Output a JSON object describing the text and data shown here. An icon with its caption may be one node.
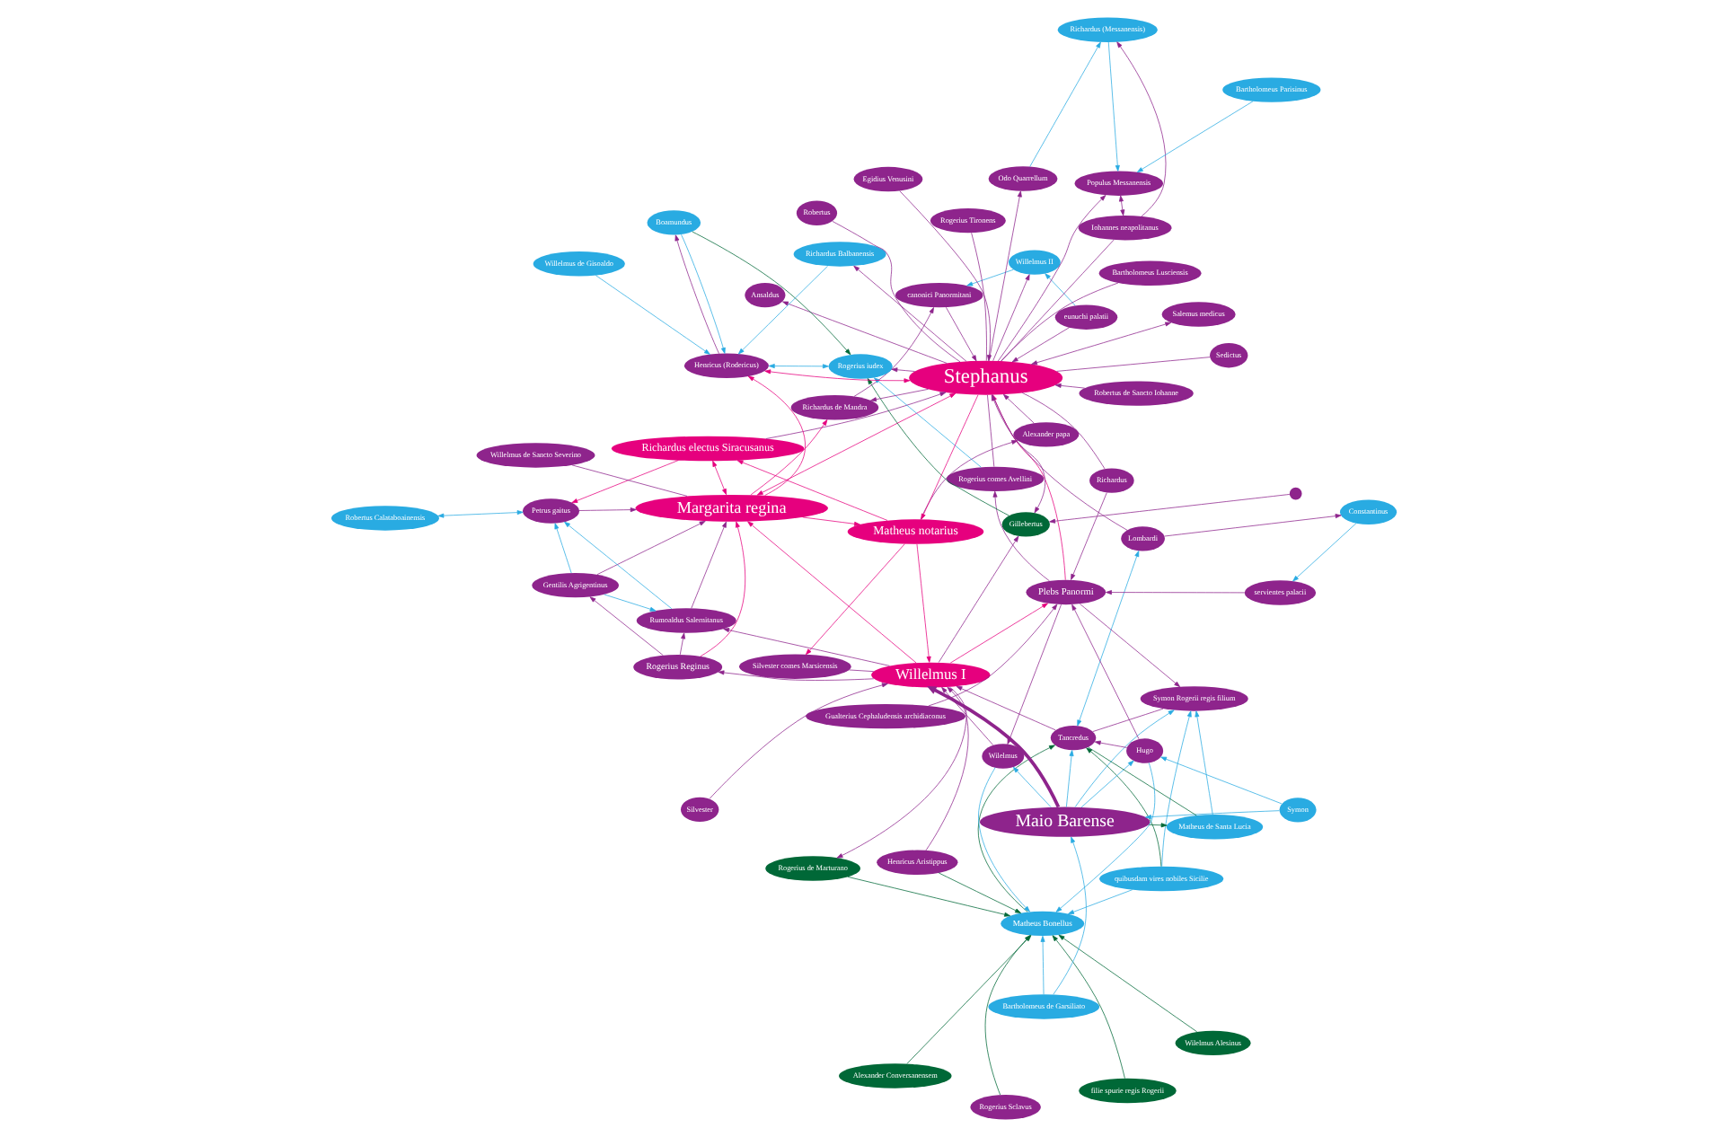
{
  "diagram": {
    "nodes": [
      {
        "text": [
          "Alexander Conversanensem"
        ]
      },
      {
        "text": [
          "Wilelmus Alesinus"
        ]
      },
      {
        "text": [
          "Rogerius de Marturano"
        ]
      },
      {
        "text": [
          "Robertus Calataboainensis"
        ]
      },
      {
        "text": [
          "filie spurie regis Rogerii"
        ]
      },
      {
        "text": [
          "Silvester"
        ]
      },
      {
        "text": [
          "Petrus gaitus"
        ]
      },
      {
        "text": [
          "Rogerius Reginus"
        ]
      },
      {
        "text": [
          "Matheus Bonellus"
        ]
      },
      {
        "text": [
          "quibusdam vires nobiles Sicilie"
        ]
      },
      {
        "text": [
          "Henricus Aristippus"
        ]
      },
      {
        "text": [
          "Gentilis Agrigentinus"
        ]
      },
      {
        "text": [
          "Maio Barense"
        ]
      },
      {
        "text": [
          "Symon"
        ]
      },
      {
        "text": [
          "Willelmus I"
        ]
      },
      {
        "text": [
          "Bartholomeus de Garsiliato"
        ]
      },
      {
        "text": [
          "Rumoaldus Salernitanus"
        ]
      },
      {
        "text": [
          "Richardus electus Siracusanus"
        ]
      },
      {
        "text": [
          "Matheus de Santa Lucia"
        ]
      },
      {
        "text": [
          "Tancredus"
        ]
      },
      {
        "text": [
          "Hugo"
        ]
      },
      {
        "text": [
          "Wilelmus"
        ]
      },
      {
        "text": [
          "Silvester comes Marsicensis"
        ]
      },
      {
        "text": [
          "eunuchi palatii"
        ]
      },
      {
        "text": [
          "Willelmus de Sancto Severino"
        ]
      },
      {
        "text": [
          "Symon Rogerii regis filium"
        ]
      },
      {
        "text": [
          "Margarita regina"
        ]
      },
      {
        "text": [
          "Rogerius Sclavus"
        ]
      },
      {
        "text": [
          "Matheus notarius"
        ]
      },
      {
        "text": [
          "Plebs Panormi"
        ]
      },
      {
        "text": [
          "Willelmus II"
        ]
      },
      {
        "text": [
          "Robertus de Sancto Iohanne"
        ]
      },
      {
        "text": [
          "Gualterius Cephaludensis archidiaconus"
        ]
      },
      {
        "text": [
          "Lombardi"
        ]
      },
      {
        "text": [
          "Iohannes neapolitanus"
        ]
      },
      {
        "text": [],
        "shape": "circle"
      },
      {
        "text": [
          "Richardus de Mandra"
        ]
      },
      {
        "text": [
          "Alexander papa"
        ]
      },
      {
        "text": [
          "Rogerius comes Avellini"
        ]
      },
      {
        "text": [
          "canonici Panormitani"
        ]
      },
      {
        "text": [
          "Constantinus"
        ]
      },
      {
        "text": [
          "Egidius Venusini"
        ]
      },
      {
        "text": [
          "Richardus (Messanensis)"
        ]
      },
      {
        "text": [
          "servientes palacii"
        ]
      },
      {
        "text": [
          "Gillebertus"
        ]
      },
      {
        "text": [
          "Populus Messanensis"
        ]
      },
      {
        "text": [
          "Richardus"
        ]
      },
      {
        "text": [
          "Stephanus"
        ]
      },
      {
        "text": [
          "Sedictus"
        ]
      },
      {
        "text": [
          "Rogerius iudex"
        ]
      },
      {
        "text": [
          "Robertus"
        ]
      },
      {
        "text": [
          "Bartholomeus Parisinus"
        ]
      },
      {
        "text": [
          "Odo Quarrellum"
        ]
      },
      {
        "text": [
          "Rogerius Tironens"
        ]
      },
      {
        "text": [
          "Bartholomeus Lusciensis"
        ]
      },
      {
        "text": [
          "Henricus (Rodericus)"
        ]
      },
      {
        "text": [
          "Ansaldus"
        ]
      },
      {
        "text": [
          "Boamundus"
        ]
      },
      {
        "text": [
          "Salemus medicus"
        ]
      },
      {
        "text": [
          "Willelmus de Gisoaldo"
        ]
      },
      {
        "text": [
          "Richardus Balbanensis"
        ]
      }
    ],
    "edges": [
      {
        "from": 12,
        "to": 14,
        "arrow": "to",
        "style": "thick"
      },
      {
        "from": 0,
        "to": 8,
        "arrow": "to",
        "color": "#006837"
      },
      {
        "from": 1,
        "to": 8,
        "arrow": "to",
        "color": "#006837"
      },
      {
        "from": 2,
        "to": 8,
        "arrow": "to",
        "color": "#006837"
      },
      {
        "from": 4,
        "to": 8,
        "arrow": "to",
        "color": "#006837"
      },
      {
        "from": 10,
        "to": 8,
        "arrow": "to",
        "color": "#006837"
      },
      {
        "from": 27,
        "to": 8,
        "arrow": "to",
        "color": "#006837"
      },
      {
        "from": 9,
        "to": 19,
        "arrow": "to",
        "color": "#006837"
      },
      {
        "from": 12,
        "to": 18,
        "arrow": "to",
        "color": "#006837"
      },
      {
        "from": 18,
        "to": 19,
        "arrow": "none",
        "color": "#006837"
      },
      {
        "from": 8,
        "to": 19,
        "arrow": "to",
        "color": "#006837"
      },
      {
        "from": 44,
        "to": 49,
        "arrow": "to",
        "color": "#006837"
      },
      {
        "from": 57,
        "to": 49,
        "arrow": "to",
        "color": "#006837"
      },
      {
        "from": 13,
        "to": 12,
        "arrow": "to",
        "color": "#29abe2"
      },
      {
        "from": 15,
        "to": 12,
        "arrow": "to",
        "color": "#29abe2"
      },
      {
        "from": 13,
        "to": 20,
        "arrow": "to",
        "color": "#29abe2"
      },
      {
        "from": 9,
        "to": 25,
        "arrow": "to",
        "color": "#29abe2"
      },
      {
        "from": 18,
        "to": 25,
        "arrow": "to",
        "color": "#29abe2"
      },
      {
        "from": 12,
        "to": 25,
        "arrow": "to",
        "color": "#29abe2"
      },
      {
        "from": 12,
        "to": 20,
        "arrow": "to",
        "color": "#29abe2"
      },
      {
        "from": 12,
        "to": 21,
        "arrow": "to",
        "color": "#29abe2"
      },
      {
        "from": 12,
        "to": 19,
        "arrow": "to",
        "color": "#29abe2"
      },
      {
        "from": 20,
        "to": 8,
        "arrow": "to",
        "color": "#29abe2"
      },
      {
        "from": 15,
        "to": 8,
        "arrow": "to",
        "color": "#29abe2"
      },
      {
        "from": 9,
        "to": 8,
        "arrow": "to",
        "color": "#29abe2"
      },
      {
        "from": 21,
        "to": 8,
        "arrow": "to",
        "color": "#29abe2"
      },
      {
        "from": 19,
        "to": 33,
        "arrow": "both",
        "color": "#29abe2"
      },
      {
        "from": 3,
        "to": 6,
        "arrow": "both",
        "color": "#29abe2"
      },
      {
        "from": 11,
        "to": 6,
        "arrow": "to",
        "color": "#29abe2"
      },
      {
        "from": 16,
        "to": 6,
        "arrow": "to",
        "color": "#29abe2"
      },
      {
        "from": 11,
        "to": 16,
        "arrow": "to",
        "color": "#29abe2"
      },
      {
        "from": 23,
        "to": 30,
        "arrow": "to",
        "color": "#29abe2"
      },
      {
        "from": 30,
        "to": 39,
        "arrow": "to",
        "color": "#29abe2"
      },
      {
        "from": 42,
        "to": 45,
        "arrow": "to",
        "color": "#29abe2"
      },
      {
        "from": 52,
        "to": 42,
        "arrow": "to",
        "color": "#29abe2"
      },
      {
        "from": 51,
        "to": 45,
        "arrow": "to",
        "color": "#29abe2"
      },
      {
        "from": 40,
        "to": 43,
        "arrow": "to",
        "color": "#29abe2"
      },
      {
        "from": 38,
        "to": 49,
        "arrow": "to",
        "color": "#29abe2"
      },
      {
        "from": 49,
        "to": 55,
        "arrow": "both",
        "color": "#29abe2"
      },
      {
        "from": 57,
        "to": 55,
        "arrow": "to",
        "color": "#29abe2"
      },
      {
        "from": 59,
        "to": 55,
        "arrow": "to",
        "color": "#29abe2"
      },
      {
        "from": 60,
        "to": 55,
        "arrow": "to",
        "color": "#29abe2"
      },
      {
        "from": 14,
        "to": 29,
        "arrow": "to",
        "color": "#e6007e"
      },
      {
        "from": 14,
        "to": 26,
        "arrow": "to",
        "color": "#e6007e"
      },
      {
        "from": 17,
        "to": 26,
        "arrow": "both",
        "color": "#e6007e"
      },
      {
        "from": 28,
        "to": 17,
        "arrow": "to",
        "color": "#e6007e"
      },
      {
        "from": 28,
        "to": 22,
        "arrow": "to",
        "color": "#e6007e"
      },
      {
        "from": 28,
        "to": 14,
        "arrow": "to",
        "color": "#e6007e"
      },
      {
        "from": 7,
        "to": 26,
        "arrow": "to",
        "color": "#e6007e"
      },
      {
        "from": 17,
        "to": 6,
        "arrow": "to",
        "color": "#e6007e"
      },
      {
        "from": 29,
        "to": 47,
        "arrow": "to",
        "color": "#e6007e"
      },
      {
        "from": 26,
        "to": 47,
        "arrow": "both",
        "color": "#e6007e"
      },
      {
        "from": 26,
        "to": 55,
        "arrow": "to",
        "color": "#e6007e"
      },
      {
        "from": 47,
        "to": 55,
        "arrow": "both",
        "color": "#e6007e"
      },
      {
        "from": 47,
        "to": 28,
        "arrow": "to",
        "color": "#e6007e"
      },
      {
        "from": 26,
        "to": 36,
        "arrow": "to",
        "color": "#e6007e"
      },
      {
        "from": 26,
        "to": 28,
        "arrow": "to",
        "color": "#e6007e"
      },
      {
        "from": 5,
        "to": 14,
        "arrow": "to"
      },
      {
        "from": 10,
        "to": 14,
        "arrow": "to"
      },
      {
        "from": 14,
        "to": 2,
        "arrow": "to"
      },
      {
        "from": 14,
        "to": 7,
        "arrow": "to"
      },
      {
        "from": 14,
        "to": 16,
        "arrow": "to"
      },
      {
        "from": 19,
        "to": 14,
        "arrow": "to"
      },
      {
        "from": 20,
        "to": 19,
        "arrow": "to"
      },
      {
        "from": 29,
        "to": 21,
        "arrow": "to"
      },
      {
        "from": 20,
        "to": 29,
        "arrow": "to"
      },
      {
        "from": 29,
        "to": 25,
        "arrow": "to"
      },
      {
        "from": 32,
        "to": 29,
        "arrow": "to"
      },
      {
        "from": 43,
        "to": 29,
        "arrow": "to"
      },
      {
        "from": 29,
        "to": 38,
        "arrow": "to"
      },
      {
        "from": 46,
        "to": 29,
        "arrow": "to"
      },
      {
        "from": 33,
        "to": 40,
        "arrow": "to"
      },
      {
        "from": 33,
        "to": 47,
        "arrow": "to"
      },
      {
        "from": 35,
        "to": 44,
        "arrow": "to"
      },
      {
        "from": 28,
        "to": 37,
        "arrow": "to"
      },
      {
        "from": 37,
        "to": 47,
        "arrow": "to"
      },
      {
        "from": 14,
        "to": 22,
        "arrow": "none"
      },
      {
        "from": 14,
        "to": 44,
        "arrow": "to"
      },
      {
        "from": 7,
        "to": 16,
        "arrow": "to"
      },
      {
        "from": 7,
        "to": 11,
        "arrow": "to"
      },
      {
        "from": 6,
        "to": 26,
        "arrow": "to"
      },
      {
        "from": 11,
        "to": 26,
        "arrow": "to"
      },
      {
        "from": 16,
        "to": 26,
        "arrow": "to"
      },
      {
        "from": 23,
        "to": 47,
        "arrow": "to"
      },
      {
        "from": 24,
        "to": 26,
        "arrow": "none"
      },
      {
        "from": 31,
        "to": 47,
        "arrow": "to"
      },
      {
        "from": 39,
        "to": 47,
        "arrow": "to"
      },
      {
        "from": 47,
        "to": 45,
        "arrow": "to"
      },
      {
        "from": 47,
        "to": 36,
        "arrow": "to"
      },
      {
        "from": 47,
        "to": 30,
        "arrow": "to"
      },
      {
        "from": 34,
        "to": 45,
        "arrow": "both"
      },
      {
        "from": 34,
        "to": 42,
        "arrow": "to"
      },
      {
        "from": 36,
        "to": 39,
        "arrow": "to"
      },
      {
        "from": 47,
        "to": 48,
        "arrow": "none"
      },
      {
        "from": 47,
        "to": 52,
        "arrow": "to"
      },
      {
        "from": 47,
        "to": 54,
        "arrow": "none"
      },
      {
        "from": 47,
        "to": 56,
        "arrow": "to"
      },
      {
        "from": 47,
        "to": 58,
        "arrow": "both"
      },
      {
        "from": 47,
        "to": 60,
        "arrow": "to"
      },
      {
        "from": 47,
        "to": 49,
        "arrow": "to"
      },
      {
        "from": 47,
        "to": 44,
        "arrow": "to"
      },
      {
        "from": 46,
        "to": 47,
        "arrow": "none"
      },
      {
        "from": 50,
        "to": 47,
        "arrow": "none"
      },
      {
        "from": 55,
        "to": 57,
        "arrow": "to"
      },
      {
        "from": 53,
        "to": 47,
        "arrow": "none"
      },
      {
        "from": 38,
        "to": 47,
        "arrow": "none"
      },
      {
        "from": 41,
        "to": 47,
        "arrow": "to"
      },
      {
        "from": 34,
        "to": 47,
        "arrow": "none"
      },
      {
        "from": 17,
        "to": 47,
        "arrow": "to"
      },
      {
        "from": 21,
        "to": 14,
        "arrow": "to"
      },
      {
        "from": 25,
        "to": 19,
        "arrow": "none"
      }
    ]
  }
}
